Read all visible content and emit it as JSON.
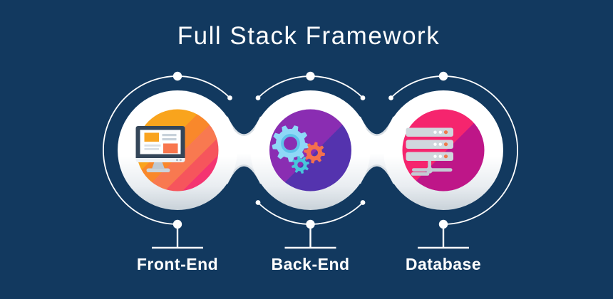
{
  "title": "Full Stack Framework",
  "nodes": [
    {
      "label": "Front-End",
      "icon": "monitor-icon"
    },
    {
      "label": "Back-End",
      "icon": "gears-icon"
    },
    {
      "label": "Database",
      "icon": "server-icon"
    }
  ],
  "colors": {
    "background": "#12395F",
    "text": "#FFFFFF",
    "line": "#FFFFFF",
    "bridge_edge": "#D8DEE4",
    "monitor_frame": "#344659",
    "monitor_body": "#EDF1F4",
    "monitor_screen": "#FDFEFE",
    "monitor_amber": "#F9A41F",
    "monitor_orange": "#F8764D",
    "content_gray": "#C7D1DA",
    "content_light": "#D9DFE5",
    "stand_gray": "#BFC9D2",
    "base_gray": "#CBD4DB",
    "button_gray": "#ACB8C2",
    "server_bar": "#D0D7DD",
    "server_dot_white": "#FFFFFF",
    "server_dot_orange": "#F0794C",
    "cable_gray": "#C3CCD4",
    "gear_blue": "#8ED8F7",
    "gear_blue_ring": "#5EC3EA",
    "gear_orange": "#F4704D",
    "gear_teal": "#47C6DB"
  },
  "gradients": {
    "ring": {
      "smooth": true,
      "stops": [
        [
          "#FFFFFF",
          0
        ],
        [
          "#FFFFFF",
          0.55
        ],
        [
          "#E9EDF1",
          0.8
        ],
        [
          "#C9D2D9",
          1
        ]
      ]
    },
    "frontend": [
      [
        "#F9A41D",
        0,
        0.4
      ],
      [
        "#F9882B",
        0.4,
        0.54
      ],
      [
        "#F87950",
        0.54,
        0.67
      ],
      [
        "#F6555C",
        0.67,
        0.78
      ],
      [
        "#F43471",
        0.78,
        0.89
      ],
      [
        "#E92B68",
        0.89,
        1
      ]
    ],
    "backend": [
      [
        "#8A2DB2",
        0,
        0.54
      ],
      [
        "#5433AE",
        0.54,
        1
      ]
    ],
    "database": [
      [
        "#F5256E",
        0,
        0.52
      ],
      [
        "#BE1688",
        0.52,
        1
      ]
    ]
  }
}
